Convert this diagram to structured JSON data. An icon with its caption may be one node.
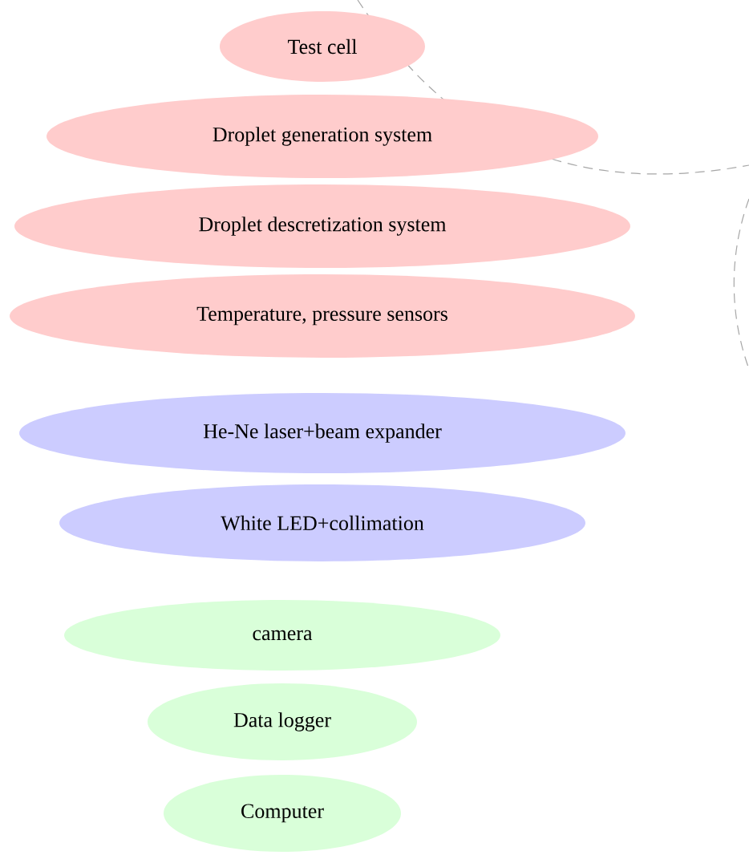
{
  "diagram": {
    "nodes": [
      {
        "text": [
          "Test cell"
        ]
      },
      {
        "text": [
          "Droplet generation system"
        ]
      },
      {
        "text": [
          "Droplet descretization system"
        ]
      },
      {
        "text": [
          "Temperature, pressure sensors"
        ]
      },
      {
        "text": [
          "He-Ne laser+beam expander"
        ]
      },
      {
        "text": [
          "White LED+collimation"
        ]
      },
      {
        "text": [
          "camera"
        ]
      },
      {
        "text": [
          "Data logger"
        ]
      },
      {
        "text": [
          "Computer"
        ]
      }
    ]
  }
}
